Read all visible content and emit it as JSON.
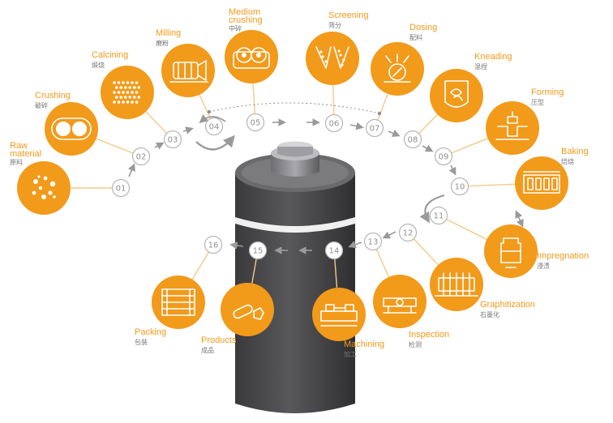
{
  "colors": {
    "accent": "#f29a1a",
    "node_ring": "#b5b5b5",
    "connector": "#f3c98a",
    "arrow": "#9a9a9a",
    "electrode": "#4d4d4f"
  },
  "steps": [
    {
      "num": "01",
      "label": "Raw\nmaterial",
      "zh": "原料",
      "icon": "granules-icon"
    },
    {
      "num": "02",
      "label": "Crushing",
      "zh": "破碎",
      "icon": "crusher-rollers-icon"
    },
    {
      "num": "03",
      "label": "Calcining",
      "zh": "煅烧",
      "icon": "calcined-material-icon"
    },
    {
      "num": "04",
      "label": "Milling",
      "zh": "磨粉",
      "icon": "mill-icon"
    },
    {
      "num": "05",
      "label": "Medium\ncrushing",
      "zh": "中碎",
      "icon": "medium-crusher-icon"
    },
    {
      "num": "06",
      "label": "Screening",
      "zh": "筛分",
      "icon": "screen-sieve-icon"
    },
    {
      "num": "07",
      "label": "Dosing",
      "zh": "配料",
      "icon": "dosing-scale-icon"
    },
    {
      "num": "08",
      "label": "Kneading",
      "zh": "混捏",
      "icon": "kneader-icon"
    },
    {
      "num": "09",
      "label": "Forming",
      "zh": "压型",
      "icon": "press-icon"
    },
    {
      "num": "10",
      "label": "Baking",
      "zh": "焙烧",
      "icon": "baking-furnace-icon"
    },
    {
      "num": "11",
      "label": "Impregnation",
      "zh": "浸渍",
      "icon": "impregnation-tank-icon"
    },
    {
      "num": "12",
      "label": "Graphitization",
      "zh": "石墨化",
      "icon": "graphitization-furnace-icon"
    },
    {
      "num": "13",
      "label": "Inspection",
      "zh": "检测",
      "icon": "inspection-icon"
    },
    {
      "num": "14",
      "label": "Machining",
      "zh": "加工",
      "icon": "lathe-icon"
    },
    {
      "num": "15",
      "label": "Products",
      "zh": "成品",
      "icon": "electrode-product-icon"
    },
    {
      "num": "16",
      "label": "Packing",
      "zh": "包装",
      "icon": "packing-crate-icon"
    }
  ]
}
